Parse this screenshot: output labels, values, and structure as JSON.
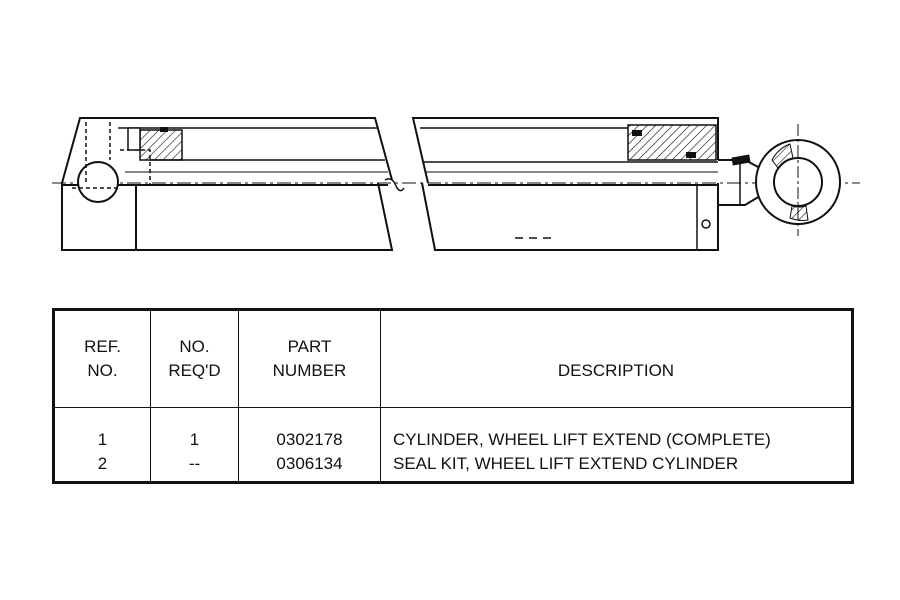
{
  "table": {
    "headers": [
      {
        "line1": "REF.",
        "line2": "NO."
      },
      {
        "line1": "NO.",
        "line2": "REQ'D"
      },
      {
        "line1": "PART",
        "line2": "NUMBER"
      },
      {
        "line1": "",
        "line2": "DESCRIPTION"
      }
    ],
    "rows": [
      {
        "ref": "1",
        "qty": "1",
        "part": "0302178",
        "description": "CYLINDER, WHEEL LIFT EXTEND (COMPLETE)"
      },
      {
        "ref": "2",
        "qty": "--",
        "part": "0306134",
        "description": "SEAL KIT, WHEEL LIFT EXTEND CYLINDER"
      }
    ]
  },
  "diagram": {
    "label": "— — —"
  }
}
